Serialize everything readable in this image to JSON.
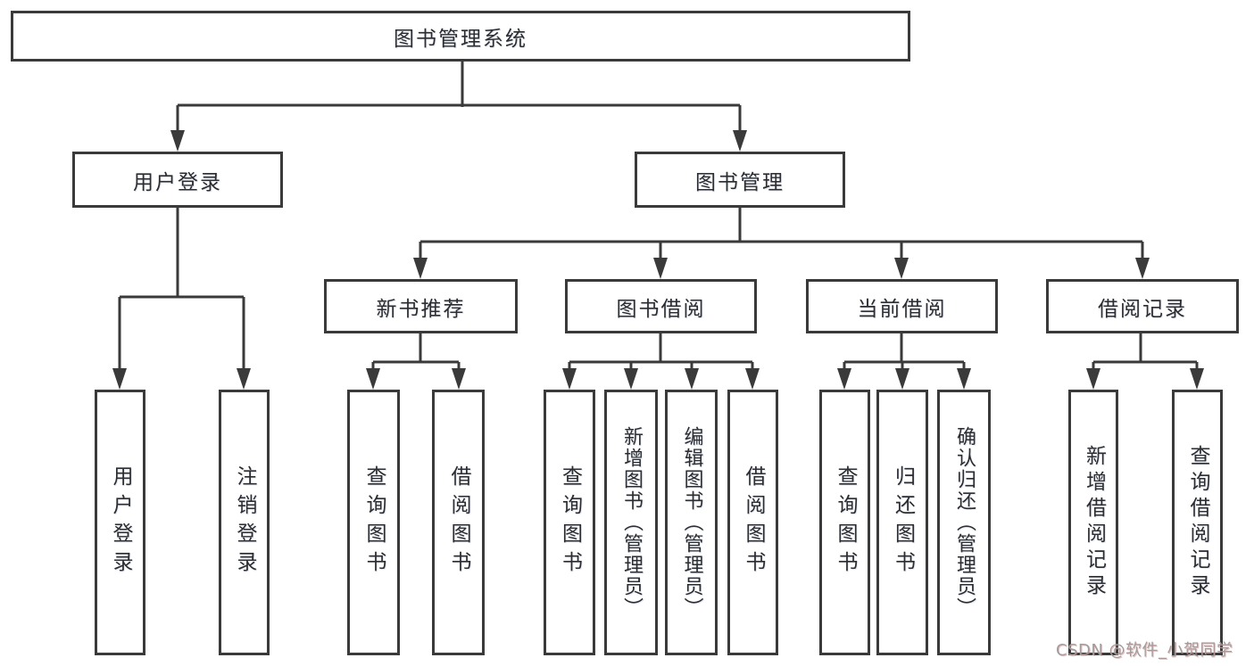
{
  "diagram": {
    "type": "hierarchy",
    "tree": {
      "label": "图书管理系统",
      "children": [
        {
          "label": "用户登录",
          "children": [
            {
              "label": "用户登录"
            },
            {
              "label": "注销登录"
            }
          ]
        },
        {
          "label": "图书管理",
          "children": [
            {
              "label": "新书推荐",
              "children": [
                {
                  "label": "查询图书"
                },
                {
                  "label": "借阅图书"
                }
              ]
            },
            {
              "label": "图书借阅",
              "children": [
                {
                  "label": "查询图书"
                },
                {
                  "label": "新增图书（管理员）"
                },
                {
                  "label": "编辑图书（管理员）"
                },
                {
                  "label": "借阅图书"
                }
              ]
            },
            {
              "label": "当前借阅",
              "children": [
                {
                  "label": "查询图书"
                },
                {
                  "label": "归还图书"
                },
                {
                  "label": "确认归还（管理员）"
                }
              ]
            },
            {
              "label": "借阅记录",
              "children": [
                {
                  "label": "新增借阅记录"
                },
                {
                  "label": "查询借阅记录"
                }
              ]
            }
          ]
        }
      ]
    },
    "colors": {
      "line": "#3a3a3a",
      "text": "#2d2d2d",
      "background": "#ffffff",
      "watermark": "#9e9e9e"
    }
  },
  "watermark": {
    "text": "CSDN @软件_小贺同学"
  }
}
